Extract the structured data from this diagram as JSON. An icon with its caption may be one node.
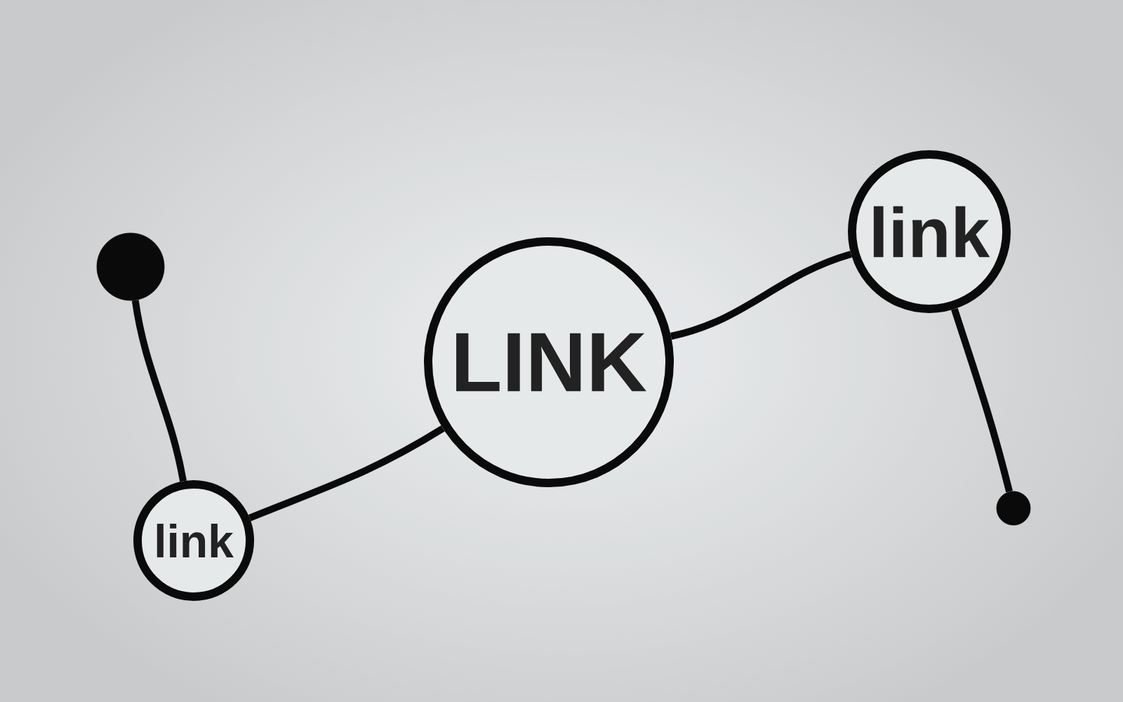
{
  "diagram": {
    "nodes": [
      {
        "text": [],
        "shape": "circle"
      },
      {
        "text": [
          "link"
        ]
      },
      {
        "text": [
          "LINK"
        ]
      },
      {
        "text": [
          "link"
        ]
      },
      {
        "text": [],
        "shape": "circle"
      }
    ],
    "edges": [
      {
        "from": 0,
        "to": 1,
        "arrow": "none"
      },
      {
        "from": 1,
        "to": 2,
        "arrow": "none"
      },
      {
        "from": 2,
        "to": 3,
        "arrow": "none"
      },
      {
        "from": 3,
        "to": 4,
        "arrow": "none"
      }
    ]
  }
}
